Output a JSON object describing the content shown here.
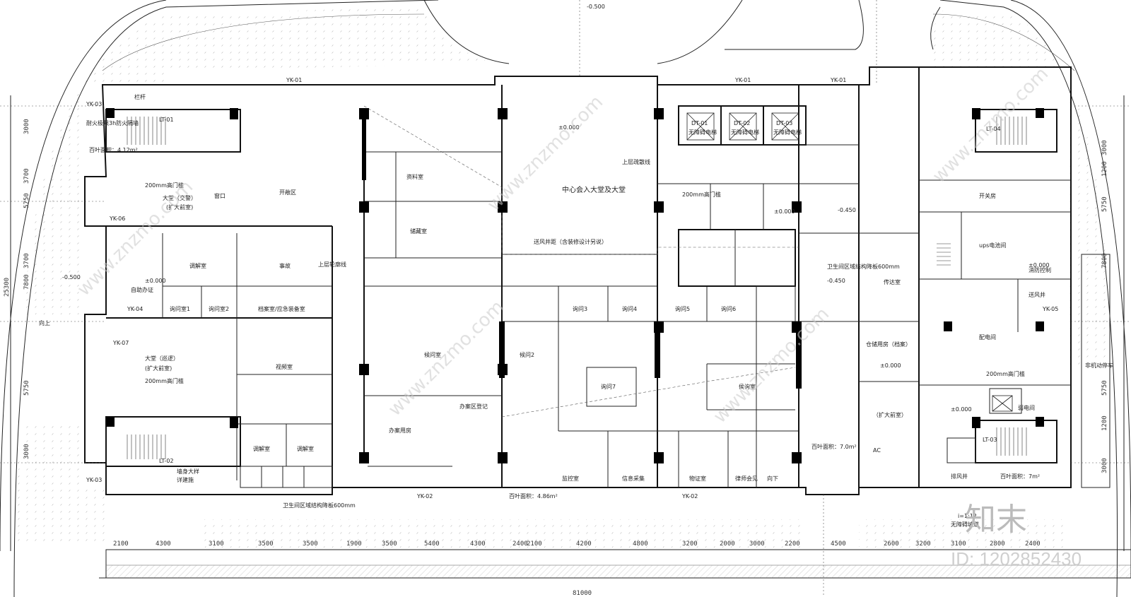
{
  "drawing": {
    "rooms": [
      {
        "id": "central-lobby",
        "text": "中心会入大堂及大堂"
      },
      {
        "id": "open-area",
        "text": "开敞区"
      },
      {
        "id": "material-room",
        "text": "资料室"
      },
      {
        "id": "storage",
        "text": "储藏室"
      },
      {
        "id": "freight-hall",
        "text": "大堂（交警）"
      },
      {
        "id": "freight-hall-sub",
        "text": "(扩大前室)"
      },
      {
        "id": "self-service",
        "text": "自助办证"
      },
      {
        "id": "mediation",
        "text": "调解室"
      },
      {
        "id": "affairs",
        "text": "事故"
      },
      {
        "id": "inquiry-1",
        "text": "询问室1"
      },
      {
        "id": "inquiry-2",
        "text": "询问室2"
      },
      {
        "id": "file-room",
        "text": "档案室/应急装备室"
      },
      {
        "id": "waiting",
        "text": "候问室"
      },
      {
        "id": "video-room",
        "text": "视频室"
      },
      {
        "id": "hall-patrol",
        "text": "大堂（巡逻）"
      },
      {
        "id": "hall-patrol-sub",
        "text": "(扩大前室)"
      },
      {
        "id": "office-reg",
        "text": "办案区登记"
      },
      {
        "id": "office-room",
        "text": "办案用房"
      },
      {
        "id": "waiting-2",
        "text": "候问2"
      },
      {
        "id": "inquiry-3",
        "text": "询问3"
      },
      {
        "id": "inquiry-4",
        "text": "询问4"
      },
      {
        "id": "inquiry-5",
        "text": "询问5"
      },
      {
        "id": "inquiry-6",
        "text": "询问6"
      },
      {
        "id": "inquiry-7",
        "text": "询问7"
      },
      {
        "id": "waiting-room",
        "text": "侯询室"
      },
      {
        "id": "monitor",
        "text": "监控室"
      },
      {
        "id": "info-collect",
        "text": "信息采集"
      },
      {
        "id": "evidence",
        "text": "物证室"
      },
      {
        "id": "lawyer",
        "text": "律师会见"
      },
      {
        "id": "mediation-2",
        "text": "调解室"
      },
      {
        "id": "mediation-3",
        "text": "调解室"
      },
      {
        "id": "firefight",
        "text": "消防控制"
      },
      {
        "id": "fire-room",
        "text": "开关房"
      },
      {
        "id": "ups",
        "text": "ups电池间"
      },
      {
        "id": "substation",
        "text": "配电间"
      },
      {
        "id": "exhaust",
        "text": "送风井"
      },
      {
        "id": "storage-r",
        "text": "仓储用房（档案）"
      },
      {
        "id": "smoke-shaft",
        "text": "排风井"
      },
      {
        "id": "electric",
        "text": "弱电间"
      },
      {
        "id": "hall-r",
        "text": "（扩大前室）"
      },
      {
        "id": "elevator-lobby",
        "text": "上层疏散线"
      },
      {
        "id": "upper-floor",
        "text": "上层轮廓线"
      },
      {
        "id": "toilet-note",
        "text": "卫生间区域结构降板600mm"
      },
      {
        "id": "toilet-note-2",
        "text": "卫生间区域结构降板600mm"
      },
      {
        "id": "corridor-note",
        "text": "送风井距（含装修设计另说）"
      },
      {
        "id": "reception",
        "text": "传达室"
      },
      {
        "id": "ac",
        "text": "AC"
      }
    ],
    "elevators": [
      {
        "id": "DT-01",
        "text": "DT-01",
        "sub": "无障碍电梯"
      },
      {
        "id": "DT-02",
        "text": "DT-02",
        "sub": "无障碍电梯"
      },
      {
        "id": "DT-03",
        "text": "DT-03",
        "sub": "无障碍电梯"
      }
    ],
    "levels": [
      {
        "id": "lvl-a",
        "text": "±0.000"
      },
      {
        "id": "lvl-b",
        "text": "-0.500"
      },
      {
        "id": "lvl-c",
        "text": "-0.450"
      },
      {
        "id": "lvl-d",
        "text": "±0.000"
      },
      {
        "id": "lvl-e",
        "text": "-0.500"
      },
      {
        "id": "lvl-f",
        "text": "±0.000"
      },
      {
        "id": "lvl-g",
        "text": "±0.000"
      },
      {
        "id": "lvl-h",
        "text": "-0.450"
      },
      {
        "id": "lvl-i",
        "text": "±0.000"
      },
      {
        "id": "lvl-j",
        "text": "±0.000"
      }
    ],
    "bottom_dims": [
      "2100",
      "4300",
      "3100",
      "3500",
      "3500",
      "1900",
      "3500",
      "5400",
      "4300",
      "2400",
      "2100",
      "4200",
      "4800",
      "3200",
      "2000",
      "3000",
      "2200",
      "4500",
      "2600",
      "3200",
      "3100",
      "2800",
      "2400"
    ],
    "bottom_total": "81000",
    "left_dims": [
      "3000",
      "3700",
      "5750",
      "7800",
      "3700",
      "5750",
      "3000"
    ],
    "left_total": "25300",
    "right_dims": [
      "3000",
      "1200",
      "5750",
      "7800",
      "5750",
      "1200",
      "3000"
    ],
    "wall_tags": [
      "YK-01",
      "YK-01",
      "YK-01",
      "YK-02",
      "YK-02",
      "YK-03",
      "YK-04",
      "YK-05",
      "YK-06",
      "YK-07",
      "YK-03"
    ],
    "stairs": [
      {
        "id": "LT-01",
        "text": "LT-01"
      },
      {
        "id": "LT-02",
        "text": "LT-02"
      },
      {
        "id": "LT-03",
        "text": "LT-03"
      },
      {
        "id": "LT-04",
        "text": "LT-04"
      }
    ],
    "notes": [
      {
        "id": "door-200-1",
        "text": "200mm高门槛"
      },
      {
        "id": "door-200-2",
        "text": "200mm高门槛"
      },
      {
        "id": "door-200-3",
        "text": "200mm高门槛"
      },
      {
        "id": "door-200-4",
        "text": "200mm高门槛"
      },
      {
        "id": "louver-1",
        "text": "百叶面积：4.12m²"
      },
      {
        "id": "louver-2",
        "text": "百叶面积：4.86m²"
      },
      {
        "id": "louver-3",
        "text": "百叶面积：7.0m²"
      },
      {
        "id": "louver-4",
        "text": "百叶面积：7m²"
      },
      {
        "id": "railing",
        "text": "栏杆"
      },
      {
        "id": "fire-sep",
        "text": "耐火极限3h防火隔墙"
      },
      {
        "id": "detail",
        "text": "墙身大样"
      },
      {
        "id": "detail-sub",
        "text": "详建施"
      },
      {
        "id": "up",
        "text": "向上"
      },
      {
        "id": "down",
        "text": "向下"
      },
      {
        "id": "window",
        "text": "窗口"
      },
      {
        "id": "nonmotor",
        "text": "非机动停车"
      },
      {
        "id": "ramp",
        "text": "无障碍坡道"
      },
      {
        "id": "ramp-slope",
        "text": "i=1:12"
      }
    ],
    "watermark": {
      "text": "www.znzmo.com",
      "logo": "知末",
      "id_label": "ID: 1202852430"
    }
  }
}
